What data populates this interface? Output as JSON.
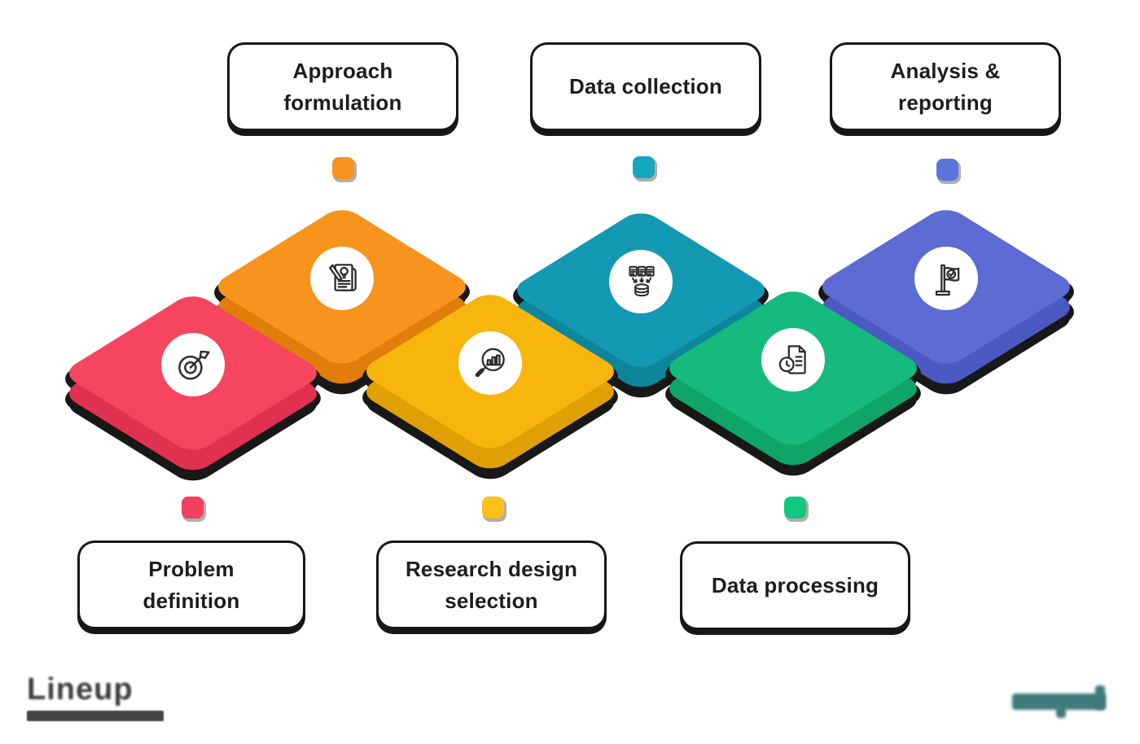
{
  "diagram": {
    "background": "#ffffff",
    "steps": [
      {
        "label": "Problem\ndefinition",
        "label_position": "bottom",
        "color": "#f5455f",
        "side_color": "#e13150",
        "dot_color": "#f4405f",
        "icon": "target-arrow"
      },
      {
        "label": "Approach\nformulation",
        "label_position": "top",
        "color": "#f7941e",
        "side_color": "#e07d0b",
        "dot_color": "#f7941d",
        "icon": "idea-document-pencil"
      },
      {
        "label": "Research design\nselection",
        "label_position": "bottom",
        "color": "#f6b60d",
        "side_color": "#dfa004",
        "dot_color": "#fbc01a",
        "icon": "magnifier-bar-chart"
      },
      {
        "label": "Data collection",
        "label_position": "top",
        "color": "#1399b4",
        "side_color": "#0d869c",
        "dot_color": "#15a6bf",
        "icon": "documents-into-database"
      },
      {
        "label": "Data processing",
        "label_position": "bottom",
        "color": "#16ba7c",
        "side_color": "#0fa468",
        "dot_color": "#10c97e",
        "icon": "document-clock"
      },
      {
        "label": "Analysis &\nreporting",
        "label_position": "top",
        "color": "#5c6cd2",
        "side_color": "#4a5ac2",
        "dot_color": "#5c74dc",
        "icon": "flag-check"
      }
    ],
    "watermark_left": {
      "text": "Lineup",
      "color": "#3e3e3e"
    },
    "watermark_right": {
      "color": "#2a6b6e"
    }
  }
}
